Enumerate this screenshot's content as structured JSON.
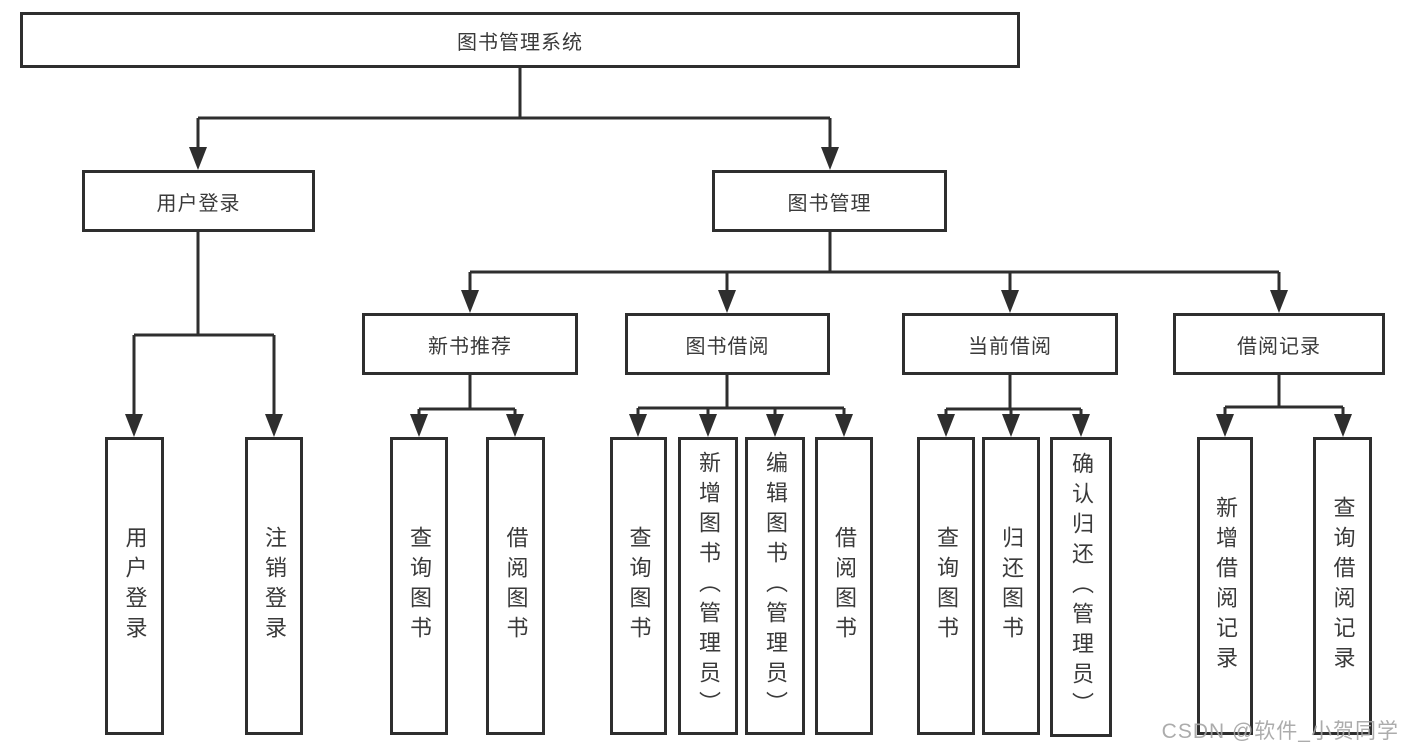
{
  "tree": {
    "label": "图书管理系统",
    "children": [
      {
        "label": "用户登录",
        "children": [
          {
            "label": "用户登录"
          },
          {
            "label": "注销登录"
          }
        ]
      },
      {
        "label": "图书管理",
        "children": [
          {
            "label": "新书推荐",
            "children": [
              {
                "label": "查询图书"
              },
              {
                "label": "借阅图书"
              }
            ]
          },
          {
            "label": "图书借阅",
            "children": [
              {
                "label": "查询图书"
              },
              {
                "label": "新增图书（管理员）"
              },
              {
                "label": "编辑图书（管理员）"
              },
              {
                "label": "借阅图书"
              }
            ]
          },
          {
            "label": "当前借阅",
            "children": [
              {
                "label": "查询图书"
              },
              {
                "label": "归还图书"
              },
              {
                "label": "确认归还（管理员）"
              }
            ]
          },
          {
            "label": "借阅记录",
            "children": [
              {
                "label": "新增借阅记录"
              },
              {
                "label": "查询借阅记录"
              }
            ]
          }
        ]
      }
    ]
  },
  "watermark": "CSDN @软件_小贺同学",
  "colors": {
    "line": "#2e2e2e",
    "text": "#3a3a3a",
    "background": "#ffffff",
    "watermark": "#a4a4a4"
  }
}
